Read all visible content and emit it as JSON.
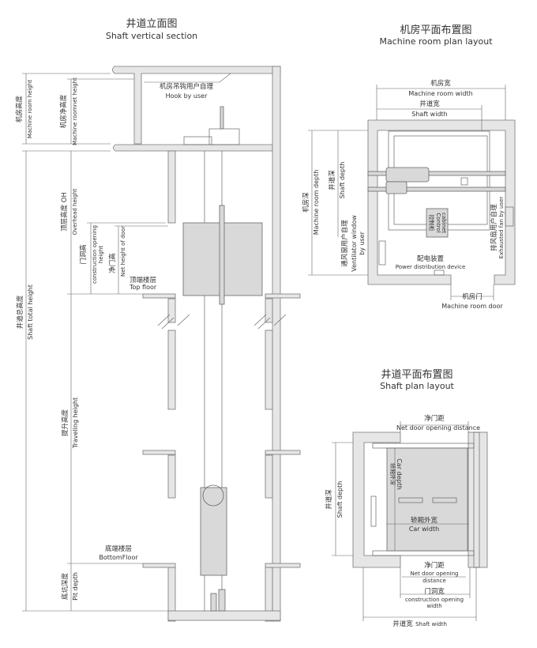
{
  "shaft_section": {
    "title_cn": "井道立面图",
    "title_en": "Shaft vertical section",
    "hook_cn": "机房吊钩用户自理",
    "hook_en": "Hook by user",
    "machine_room_height_cn": "机房高度",
    "machine_room_height_en": "Machine room height",
    "machine_room_net_height_cn": "机房净高度",
    "machine_room_net_height_en": "Machine roomnet height",
    "overhead_cn": "顶层高度 OH",
    "overhead_en": "Overhead height",
    "construction_opening_cn": "门洞高",
    "construction_opening_en1": "construction opening",
    "construction_opening_en2": "height",
    "net_door_height_cn": "净门高",
    "net_door_height_en": "Net height of door",
    "top_floor_cn": "顶端楼层",
    "top_floor_en": "Top floor",
    "shaft_total_cn": "井道总高度",
    "shaft_total_en": "Shaft total height",
    "travel_cn": "提升高度",
    "travel_en": "Traveling height",
    "bottom_floor_cn": "底端楼层",
    "bottom_floor_en": "BottomFloor",
    "pit_cn": "底坑深度",
    "pit_en": "Pit depth"
  },
  "machine_room_plan": {
    "title_cn": "机房平面布置图",
    "title_en": "Machine room plan layout",
    "mr_width_cn": "机房宽",
    "mr_width_en": "Machine room width",
    "shaft_width_cn": "井道宽",
    "shaft_width_en": "Shaft width",
    "mr_depth_cn": "机房深",
    "mr_depth_en": "Machine room depth",
    "shaft_depth_cn": "井道深",
    "shaft_depth_en": "Shaft depth",
    "vent_cn": "通风窗用户自理",
    "vent_en1": "Ventilator window",
    "vent_en2": "by user",
    "control_cn": "控制柜",
    "control_en1": "Control",
    "control_en2": "cabinet",
    "fan_cn": "排风扇用户自理",
    "fan_en": "Exhausted fan by user",
    "power_cn": "配电装置",
    "power_en": "Power distribution device",
    "door_cn": "机房门",
    "door_en": "Machine room door"
  },
  "shaft_plan": {
    "title_cn": "井道平面布置图",
    "title_en": "Shaft plan layout",
    "net_door_top_cn": "净门距",
    "net_door_top_en": "Net door opening distance",
    "shaft_depth_cn": "井道深",
    "shaft_depth_en": "Shaft depth",
    "car_depth_cn": "轿厢外深",
    "car_depth_en": "Car depth",
    "car_width_cn": "轿厢外宽",
    "car_width_en": "Car width",
    "net_door_cn": "净门距",
    "net_door_en1": "Net door opening",
    "net_door_en2": "distance",
    "constr_cn": "门洞宽",
    "constr_en1": "construction opening",
    "constr_en2": "width",
    "shaft_width_cn": "井道宽",
    "shaft_width_en": "Shaft width"
  }
}
